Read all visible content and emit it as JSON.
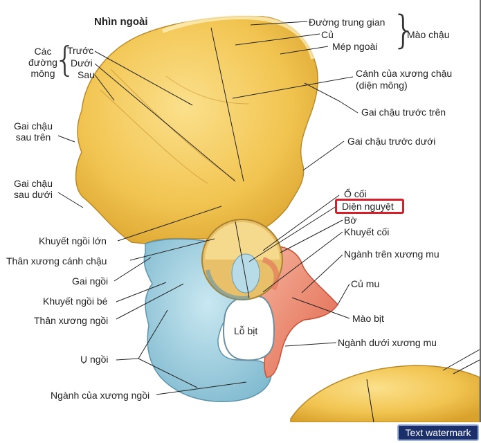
{
  "title": "Nhìn ngoài",
  "labels": {
    "duong_trung_gian": "Đường trung gian",
    "cu": "Củ",
    "mep_ngoai": "Mép ngoài",
    "mao_chau": "Mào chậu",
    "cac": "Các",
    "duong": "đường",
    "mong": "mông",
    "truoc": "Trước",
    "duoi": "Dưới",
    "sau": "Sau",
    "canh_xuong_chau": "Cánh của xương chậu",
    "dien_mong": "(diện mông)",
    "gai_chau_truoc_tren": "Gai chậu trước trên",
    "gai_chau_truoc_duoi": "Gai chậu trước dưới",
    "gai_chau_sau_tren_1": "Gai chậu",
    "gai_chau_sau_tren_2": "sau trên",
    "gai_chau_sau_duoi_1": "Gai chậu",
    "gai_chau_sau_duoi_2": "sau dưới",
    "o_coi": "Ổ cối",
    "dien_nguyet": "Diện nguyệt",
    "bo": "Bờ",
    "khuyet_coi": "Khuyết cối",
    "nganh_tren_xuong_mu": "Ngành trên xương mu",
    "cu_mu": "Củ mu",
    "mao_bit": "Mào bịt",
    "nganh_duoi_xuong_mu": "Ngành dưới xương mu",
    "lo_bit": "Lỗ bịt",
    "khuyet_ngoi_lon": "Khuyết ngồi lớn",
    "than_xuong_canh_chau": "Thân xương cánh chậu",
    "gai_ngoi": "Gai ngồi",
    "khuyet_ngoi_be": "Khuyết ngồi bé",
    "than_xuong_ngoi": "Thân xương ngồi",
    "u_ngoi": "Ụ ngồi",
    "nganh_xuong_ngoi": "Ngành của xương ngồi"
  },
  "watermark": "Text watermark",
  "colors": {
    "ilium": "#f3c85a",
    "ischium": "#a9d6e4",
    "pubis": "#ee8a6e",
    "highlight": "#d61f2a"
  }
}
